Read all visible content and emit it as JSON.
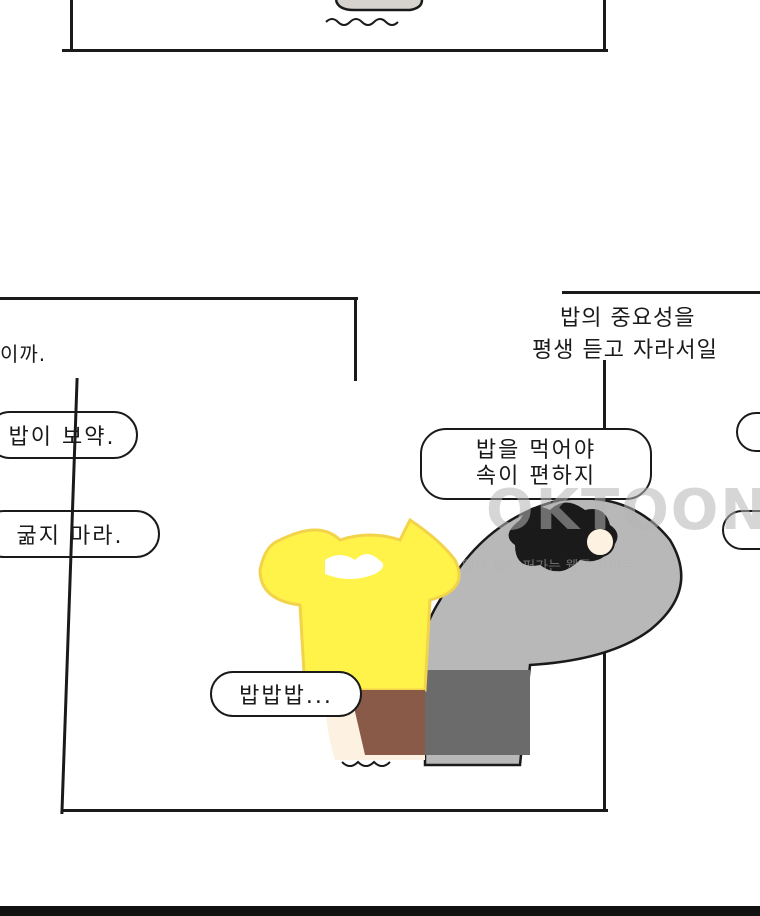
{
  "narration": {
    "line1": "밥의 중요성을",
    "line2": "평생 듣고 자라서일",
    "fragment_left": "이까."
  },
  "bubbles": {
    "left_top": "밥이 보약.",
    "left_mid": "굶지 마라.",
    "center_line1": "밥을 먹어야",
    "center_line2": "속이 편하지",
    "bottom": "밥밥밥..."
  },
  "watermark": {
    "logo": "OKTOON",
    "subtitle": "일부 불법 퍼가는 웹툰 사이트"
  },
  "colors": {
    "ink": "#1a1a1a",
    "shirt_yellow": "#fff34a",
    "shirt_shadow": "#f2d34a",
    "pants_brown": "#8a5a48",
    "skin": "#fdf2e2",
    "ghost_gray": "#b8b8b8",
    "ghost_dark": "#6b6b6b"
  }
}
